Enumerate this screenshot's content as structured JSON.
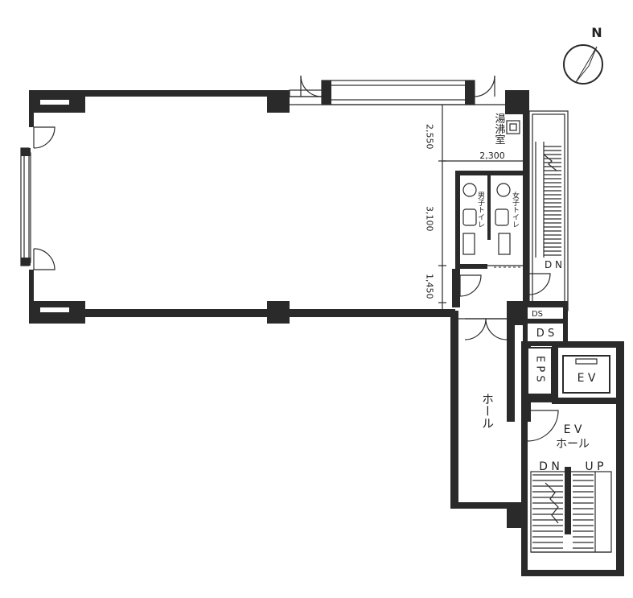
{
  "compass": {
    "label": "N"
  },
  "rooms": {
    "kitchenette": "湯沸室",
    "mens_toilet": "男子トイレ",
    "womens_toilet": "女子トイレ",
    "hall": "ホール",
    "ev_hall_line1": "E V",
    "ev_hall_line2": "ホール",
    "elevator": "E V",
    "eps": "E P S",
    "ds_small": "DS",
    "ds_large": "D S"
  },
  "dimensions": {
    "d1": "2,550",
    "d2": "2,300",
    "d3": "3,100",
    "d4": "1,450"
  },
  "stairs": {
    "right_dn": "D N",
    "main_dn": "D N",
    "main_up": "U P"
  }
}
